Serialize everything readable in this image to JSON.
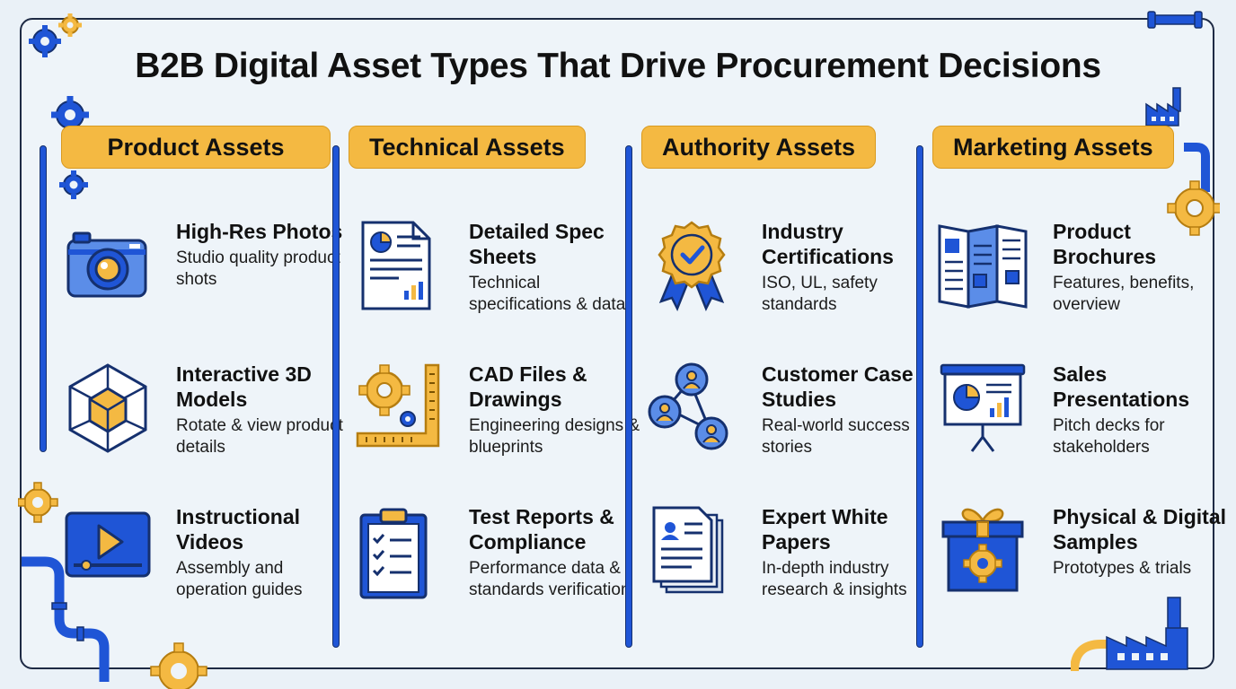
{
  "title": "B2B Digital Asset Types That Drive Procurement Decisions",
  "columns": [
    {
      "header": "Product Assets",
      "items": [
        {
          "name": "High-Res Photos",
          "desc": "Studio quality product shots",
          "icon": "camera-icon"
        },
        {
          "name": "Interactive 3D Models",
          "desc": "Rotate & view product details",
          "icon": "cube-3d-icon"
        },
        {
          "name": "Instructional Videos",
          "desc": "Assembly and operation guides",
          "icon": "video-play-icon"
        }
      ]
    },
    {
      "header": "Technical Assets",
      "items": [
        {
          "name": "Detailed Spec Sheets",
          "desc": "Technical specifications & data",
          "icon": "spec-sheet-icon"
        },
        {
          "name": "CAD Files & Drawings",
          "desc": "Engineering designs & blueprints",
          "icon": "cad-gear-ruler-icon"
        },
        {
          "name": "Test Reports & Compliance",
          "desc": "Performance data & standards verification",
          "icon": "clipboard-checklist-icon"
        }
      ]
    },
    {
      "header": "Authority Assets",
      "items": [
        {
          "name": "Industry Certifications",
          "desc": "ISO, UL, safety standards",
          "icon": "award-badge-icon"
        },
        {
          "name": "Customer Case Studies",
          "desc": "Real-world success stories",
          "icon": "people-network-icon"
        },
        {
          "name": "Expert White Papers",
          "desc": "In-depth industry research & insights",
          "icon": "white-paper-icon"
        }
      ]
    },
    {
      "header": "Marketing Assets",
      "items": [
        {
          "name": "Product Brochures",
          "desc": "Features, benefits, overview",
          "icon": "brochure-icon"
        },
        {
          "name": "Sales Presentations",
          "desc": "Pitch decks for stakeholders",
          "icon": "presentation-board-icon"
        },
        {
          "name": "Physical & Digital Samples",
          "desc": "Prototypes & trials",
          "icon": "gift-box-icon"
        }
      ]
    }
  ],
  "colors": {
    "blue": "#1f55d6",
    "light_blue": "#5b8de8",
    "yellow": "#f4b942",
    "outline": "#1e2a44",
    "background": "#eaf1f7"
  }
}
